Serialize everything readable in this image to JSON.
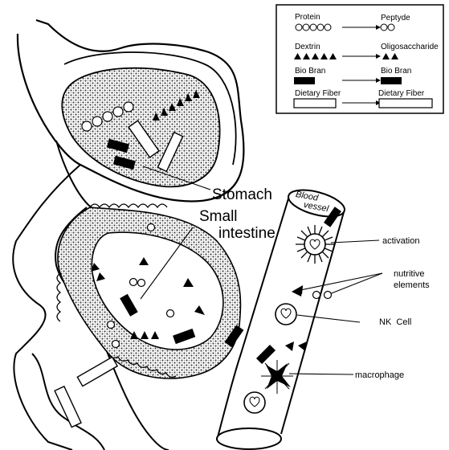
{
  "legend": {
    "rows": [
      {
        "from": "Protein",
        "to": "Peptyde"
      },
      {
        "from": "Dextrin",
        "to": "Oligosaccharide"
      },
      {
        "from": "Bio Bran",
        "to": "Bio Bran"
      },
      {
        "from": "Dietary Fiber",
        "to": "Dietary Fiber"
      }
    ]
  },
  "labels": {
    "stomach": "Stomach",
    "small_intestine_line1": "Small",
    "small_intestine_line2": "intestine",
    "blood_vessel_line1": "Blood",
    "blood_vessel_line2": "vessel",
    "activation": "activation",
    "nutritive_line1": "nutritive",
    "nutritive_line2": "elements",
    "nk_cell": "NK  Cell",
    "macrophage": "macrophage"
  }
}
